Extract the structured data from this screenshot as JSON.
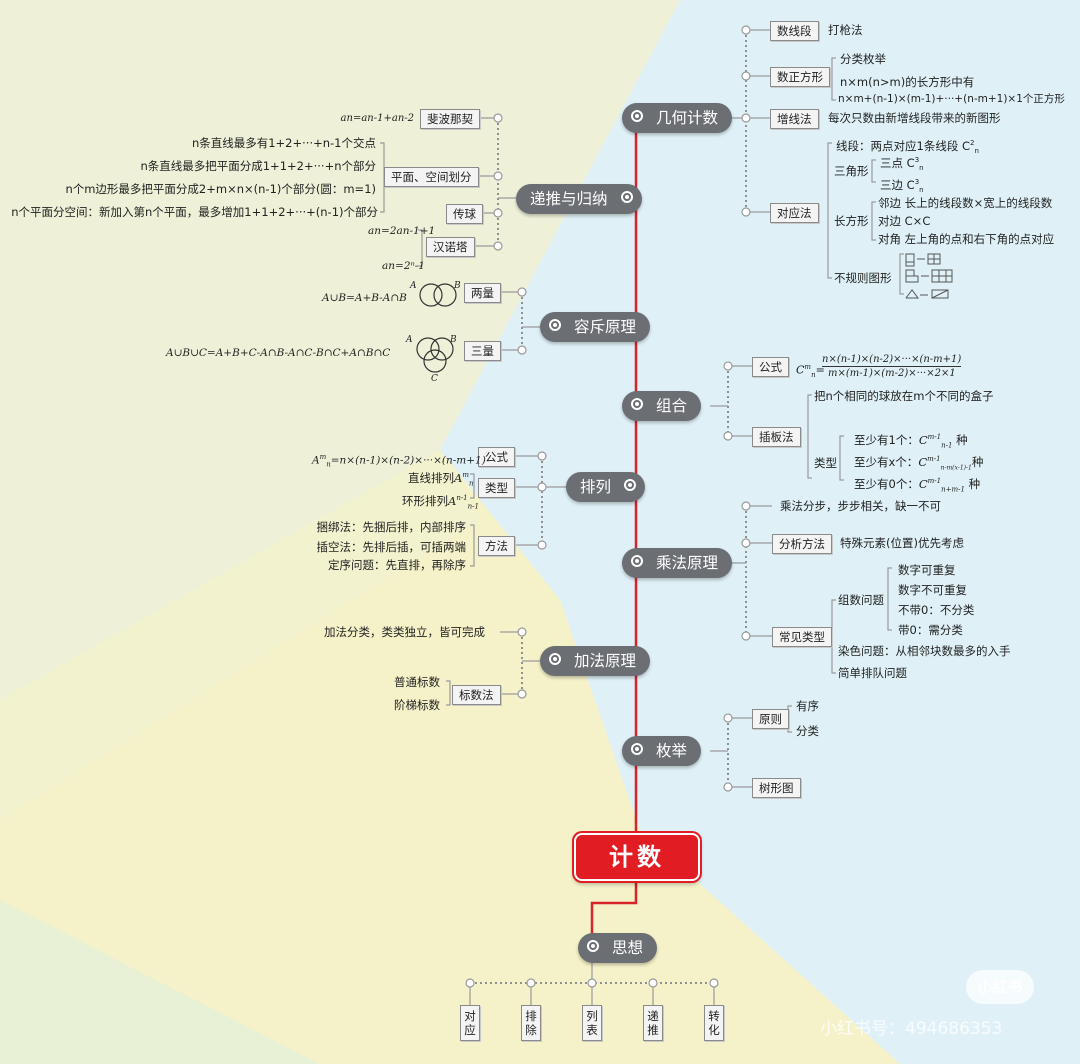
{
  "root": "计数",
  "branches": {
    "geometry": {
      "label": "几何计数",
      "shuxianduan": {
        "label": "数线段",
        "note": "打枪法"
      },
      "shuzhengfangxing": {
        "label": "数正方形",
        "items": [
          "分类枚举",
          "n×m(n>m)的长方形中有",
          "n×m+(n-1)×(m-1)+···+(n-m+1)×1个正方形"
        ]
      },
      "zengxianfa": {
        "label": "增线法",
        "note": "每次只数由新增线段带来的新图形"
      },
      "duiyingfa": {
        "label": "对应法",
        "segment": "线段：两点对应1条线段 C",
        "triangle": {
          "label": "三角形",
          "items": [
            "三点 C",
            "三边 C"
          ]
        },
        "rectangle": {
          "label": "长方形",
          "items": [
            "邻边  长上的线段数×宽上的线段数",
            "对边 C×C",
            "对角  左上角的点和右下角的点对应"
          ]
        },
        "irregular": "不规则图形"
      }
    },
    "recursion": {
      "label": "递推与归纳",
      "fibonacci": {
        "label": "斐波那契",
        "formula": "an=an-1+an-2"
      },
      "plane": {
        "label": "平面、空间划分",
        "items": [
          "n条直线最多有1+2+···+n-1个交点",
          "n条直线最多把平面分成1+1+2+···+n个部分",
          "n个m边形最多把平面分成2+m×n×(n-1)个部分(圆：m=1)",
          "n个平面分空间：新加入第n个平面，最多增加1+1+2+···+(n-1)个部分"
        ]
      },
      "ball": {
        "label": "传球"
      },
      "hanoi": {
        "label": "汉诺塔",
        "items": [
          "an=2an-1+1",
          "an=2ⁿ-1"
        ]
      }
    },
    "inclusion": {
      "label": "容斥原理",
      "two": {
        "label": "两量",
        "formula": "A∪B=A+B-A∩B"
      },
      "three": {
        "label": "三量",
        "formula": "A∪B∪C=A+B+C-A∩B-A∩C-B∩C+A∩B∩C"
      }
    },
    "combination": {
      "label": "组合",
      "formula_label": "公式",
      "formula_num": "n×(n-1)×(n-2)×···×(n-m+1)",
      "formula_den": "m×(m-1)×(m-2)×···×2×1",
      "chaban": {
        "label": "插板法",
        "desc": "把n个相同的球放在m个不同的盒子",
        "type_label": "类型",
        "items": [
          "至少有1个：",
          "至少有x个：",
          "至少有0个："
        ],
        "tail": "种"
      }
    },
    "permutation": {
      "label": "排列",
      "formula": {
        "label": "公式",
        "text": "=n×(n-1)×(n-2)×···×(n-m+1)"
      },
      "types": {
        "label": "类型",
        "items": [
          "直线排列",
          "环形排列"
        ]
      },
      "methods": {
        "label": "方法",
        "items": [
          "捆绑法：先捆后排，内部排序",
          "插空法：先排后插，可插两端",
          "定序问题：先直排，再除序"
        ]
      }
    },
    "multiplication": {
      "label": "乘法原理",
      "note": "乘法分步，步步相关，缺一不可",
      "analysis": {
        "label": "分析方法",
        "note": "特殊元素(位置)优先考虑"
      },
      "common": {
        "label": "常见类型",
        "digits": {
          "label": "组数问题",
          "items": [
            "数字可重复",
            "数字不可重复",
            "不带0：不分类",
            "带0：需分类"
          ]
        },
        "coloring": "染色问题：从相邻块数最多的入手",
        "queue": "简单排队问题"
      }
    },
    "addition": {
      "label": "加法原理",
      "note": "加法分类，类类独立，皆可完成",
      "biaoshu": {
        "label": "标数法",
        "items": [
          "普通标数",
          "阶梯标数"
        ]
      }
    },
    "enumeration": {
      "label": "枚举",
      "principle": {
        "label": "原则",
        "items": [
          "有序",
          "分类"
        ]
      },
      "tree": {
        "label": "树形图"
      }
    },
    "thought": {
      "label": "思想",
      "items": [
        "对应",
        "排除",
        "列表",
        "递推",
        "转化"
      ]
    }
  },
  "watermark": {
    "logo": "小红书",
    "text": "小红书号：494686353"
  },
  "colors": {
    "trunk": "#d8232a",
    "pill": "#6b6e73",
    "bg_blue": "#dff1f7",
    "bg_yellow": "#f5f2c9",
    "bg_green": "#eaf1d9"
  }
}
